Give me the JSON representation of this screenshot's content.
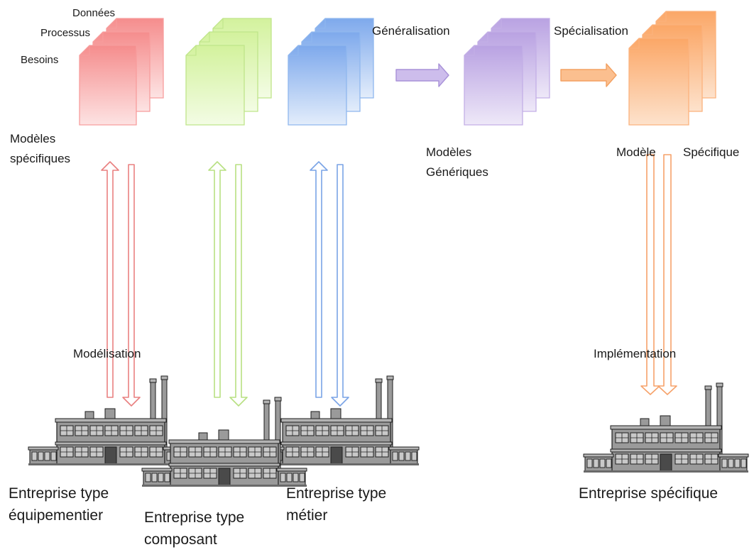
{
  "labels": {
    "donnees": "Données",
    "processus": "Processus",
    "besoins": "Besoins",
    "modeles_specifiques_l1": "Modèles",
    "modeles_specifiques_l2": "spécifiques",
    "generalisation": "Généralisation",
    "specialisation": "Spécialisation",
    "modeles_generiques_l1": "Modèles",
    "modeles_generiques_l2": "Génériques",
    "modele": "Modèle",
    "specifique": "Spécifique",
    "modelisation": "Modélisation",
    "implementation": "Implémentation",
    "ent_equip_l1": "Entreprise type",
    "ent_equip_l2": "équipementier",
    "ent_composant_l1": "Entreprise type",
    "ent_composant_l2": "composant",
    "ent_metier_l1": "Entreprise type",
    "ent_metier_l2": "métier",
    "ent_specifique": "Entreprise spécifique"
  },
  "colors": {
    "red": "#f79d9d",
    "green": "#d8f5a8",
    "blue": "#8fb7ee",
    "purple": "#c3afe6",
    "orange": "#fbb27d",
    "factory": "#8d8d8d"
  }
}
